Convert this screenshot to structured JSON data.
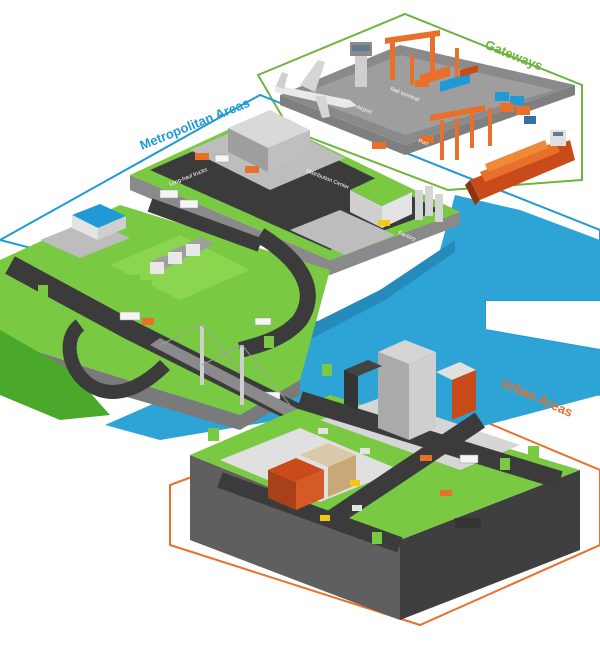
{
  "zones": {
    "gateways": "Gateways",
    "metropolitan": "Metropolitan Areas",
    "urban": "Urban Areas"
  },
  "places": {
    "airport": "Airport",
    "rail_terminal": "Rail terminal",
    "port": "Port",
    "distribution_center": "Distribution Center",
    "long_haul_trucks": "Long-haul trucks",
    "factory": "Factory"
  },
  "colors": {
    "gateways_accent": "#6db33f",
    "metropolitan_accent": "#1f9ad6",
    "urban_accent": "#e8702a",
    "water": "#2ea3d6",
    "grass": "#7ac943",
    "road": "#3b3b3b",
    "pavement": "#bdbdbd"
  }
}
